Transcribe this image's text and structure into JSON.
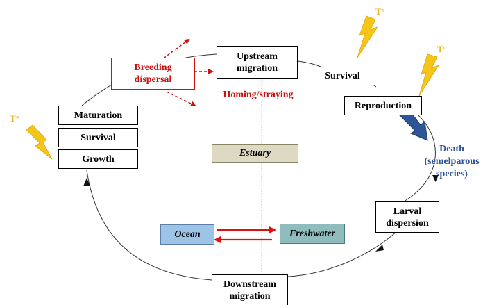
{
  "cycle": {
    "upstream_migration": "Upstream\nmigration",
    "survival_top": "Survival",
    "reproduction": "Reproduction",
    "larval_dispersion": "Larval\ndispersion",
    "downstream_migration": "Downstream\nmigration",
    "maturation": "Maturation",
    "survival_left": "Survival",
    "growth": "Growth"
  },
  "breeding_dispersal": "Breeding\ndispersal",
  "homing_straying": "Homing/straying",
  "death": "Death\n(semelparous\nspecies)",
  "estuary": "Estuary",
  "ocean": "Ocean",
  "freshwater": "Freshwater",
  "temperature_symbol": "T°",
  "colors": {
    "red": "#cc1010",
    "lightning": "#f5c518",
    "death_blue": "#2e5597",
    "estuary_fill": "#ddd9c3",
    "ocean_fill": "#9dc3e6",
    "freshwater_fill": "#8fbcbd"
  }
}
